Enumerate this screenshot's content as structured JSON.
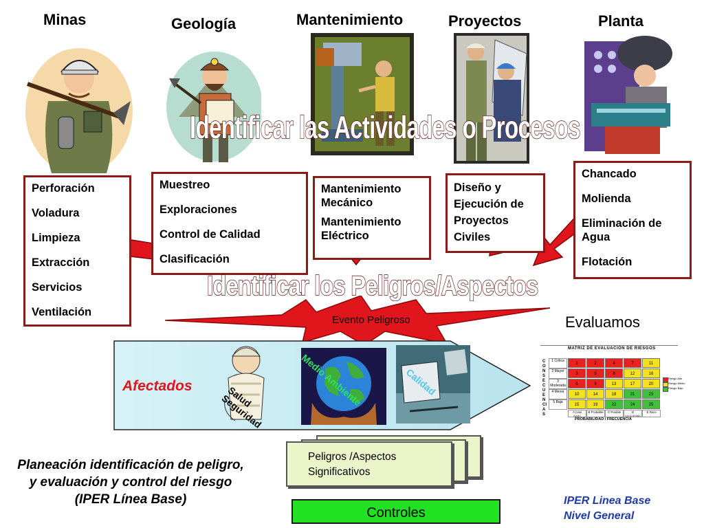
{
  "areas": [
    {
      "title": "Minas",
      "activities": [
        "Perforación",
        "Voladura",
        "Limpieza",
        "Extracción",
        "Servicios",
        "Ventilación"
      ]
    },
    {
      "title": "Geología",
      "activities": [
        "Muestreo",
        "Exploraciones",
        "Control de Calidad",
        "Clasificación"
      ]
    },
    {
      "title": "Mantenimiento",
      "activities": [
        "Mantenimiento Mecánico",
        "Mantenimiento Eléctrico"
      ]
    },
    {
      "title": "Proyectos",
      "activities": [
        "Diseño y Ejecución de Proyectos Civiles"
      ]
    },
    {
      "title": "Planta",
      "activities": [
        "Chancado",
        "Molienda",
        "Eliminación de Agua",
        "Flotación"
      ]
    }
  ],
  "step1_title": "Identificar las Actividades o Procesos",
  "step2_title": "Identificar los Peligros/Aspectos",
  "event_label": "Evento Peligroso",
  "affected": {
    "label": "Afectados",
    "items": [
      "Salud Seguridad",
      "Medio Ambiente",
      "Calidad"
    ]
  },
  "evaluate": {
    "label": "Evaluamos",
    "matrix_title": "MATRIZ DE EVALUACION DE RIESGOS",
    "side_label": "CONSECUENCIAS",
    "row_labels": [
      "1 Crítica",
      "2 Mayor",
      "3 Moderada",
      "4 Menor",
      "5 Baja"
    ],
    "col_labels": [
      "A Casi cierto",
      "B Probable",
      "C Posible",
      "D Improbable",
      "E Raro"
    ],
    "bottom_label": "PROBABILIDAD / FRECUENCIA",
    "cells": [
      [
        1,
        2,
        4,
        7,
        11
      ],
      [
        3,
        5,
        8,
        12,
        16
      ],
      [
        6,
        9,
        13,
        17,
        20
      ],
      [
        10,
        14,
        18,
        21,
        23
      ],
      [
        15,
        19,
        22,
        24,
        25
      ]
    ],
    "colors": {
      "high": "#e8231f",
      "medium": "#f4e21e",
      "low": "#3fbf3a"
    },
    "legend": [
      "Riesgo Alto",
      "Riesgo Medio",
      "Riesgo Bajo"
    ]
  },
  "documents_label": "Peligros /Aspectos Significativos",
  "controls_label": "Controles",
  "footer_left": "Planeación identificación de peligro, y evaluación y control del riesgo (IPER Línea Base)",
  "footer_right": "IPER Linea Base Nivel General"
}
